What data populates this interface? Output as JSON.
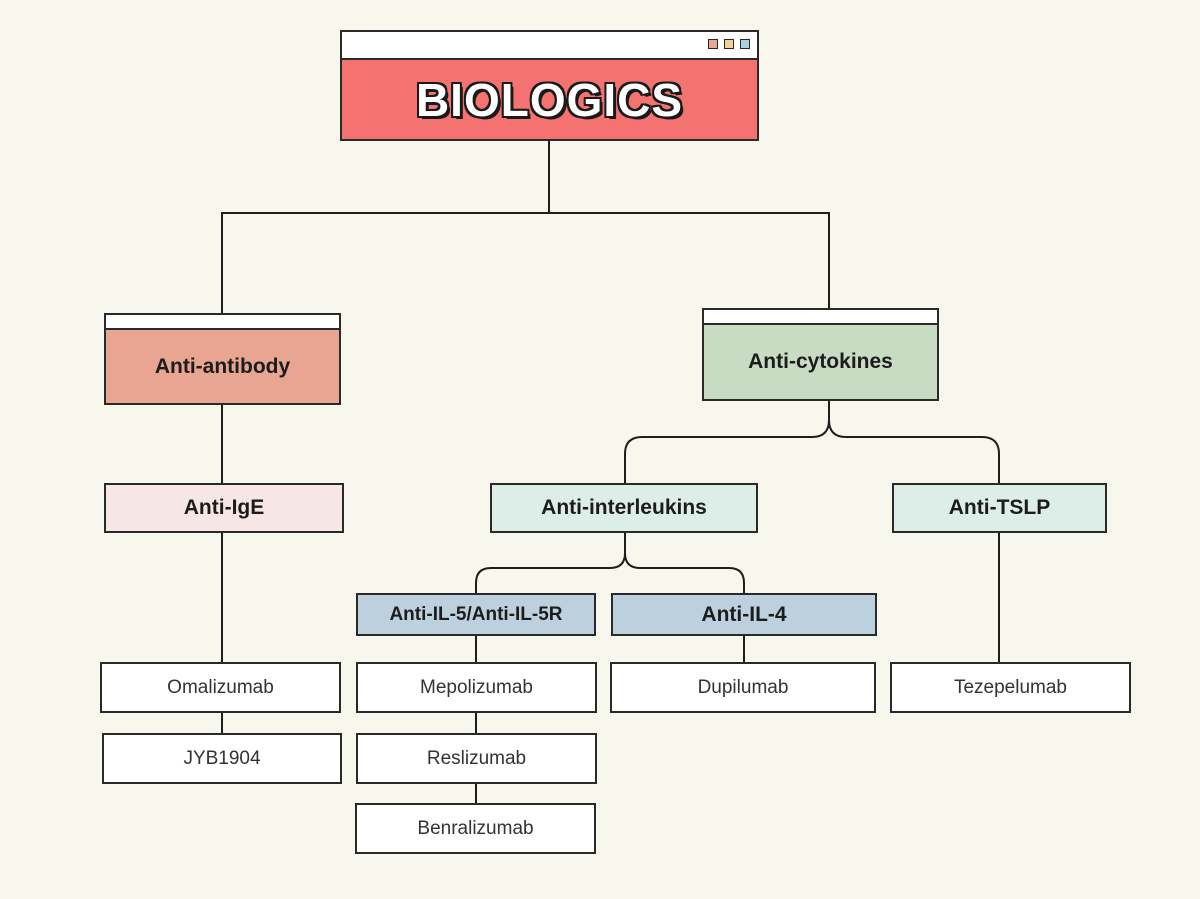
{
  "title": "BIOLOGICS",
  "branches": {
    "anti_antibody": "Anti-antibody",
    "anti_cytokines": "Anti-cytokines"
  },
  "subclasses": {
    "anti_ige": "Anti-IgE",
    "anti_interleukins": "Anti-interleukins",
    "anti_tslp": "Anti-TSLP",
    "anti_il5": "Anti-IL-5/Anti-IL-5R",
    "anti_il4": "Anti-IL-4"
  },
  "drugs": {
    "omalizumab": "Omalizumab",
    "jyb1904": "JYB1904",
    "mepolizumab": "Mepolizumab",
    "reslizumab": "Reslizumab",
    "benralizumab": "Benralizumab",
    "dupilumab": "Dupilumab",
    "tezepelumab": "Tezepelumab"
  },
  "colors": {
    "background": "#f8f7ee",
    "title_box": "#f47370",
    "anti_antibody": "#e8a592",
    "anti_cytokines": "#c7dcc3",
    "anti_ige": "#f6e7e5",
    "anti_interleukins": "#ddeee9",
    "anti_tslp": "#ddeee9",
    "anti_il": "#bcd1dd",
    "window_dots": [
      "#e8a592",
      "#f2d19a",
      "#a9cfe0"
    ]
  }
}
